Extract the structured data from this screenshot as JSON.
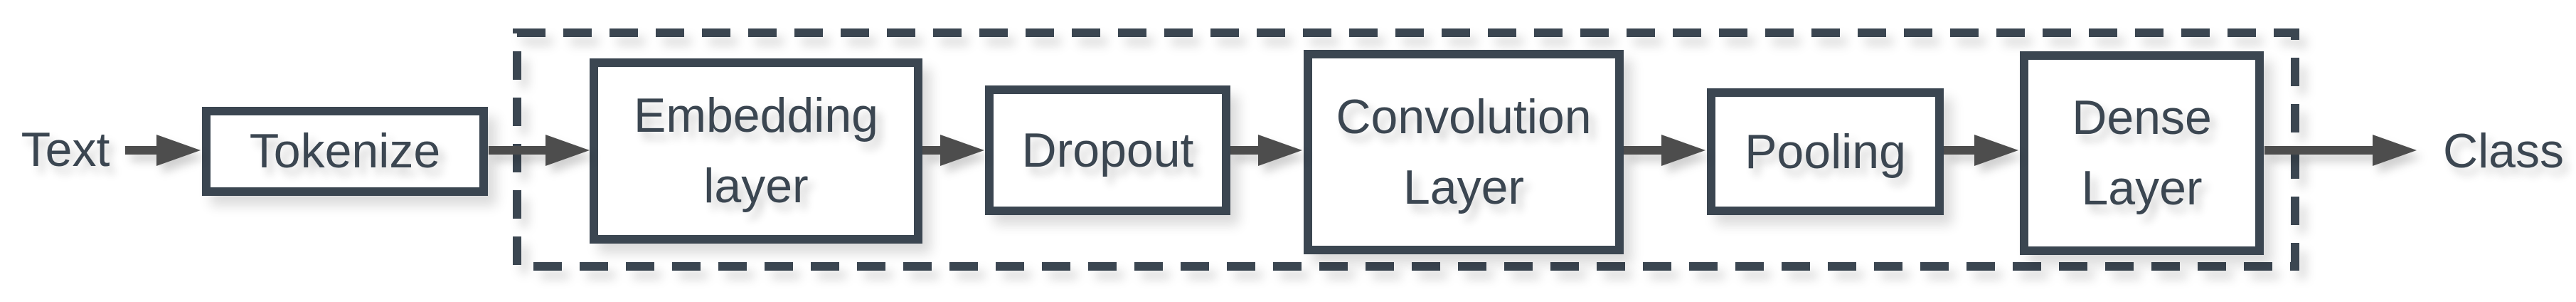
{
  "labels": {
    "input": "Text",
    "output": "Class"
  },
  "nodes": [
    {
      "label": "Tokenize"
    },
    {
      "label": "Embedding layer"
    },
    {
      "label": "Dropout"
    },
    {
      "label": "Convolution Layer"
    },
    {
      "label": "Pooling"
    },
    {
      "label": "Dense Layer"
    }
  ],
  "group": {
    "style": "dashed-rectangle",
    "contains": [
      "Embedding layer",
      "Dropout",
      "Convolution Layer",
      "Pooling",
      "Dense Layer"
    ]
  },
  "connections": [
    {
      "from": "Text",
      "to": "Tokenize"
    },
    {
      "from": "Tokenize",
      "to": "Embedding layer"
    },
    {
      "from": "Embedding layer",
      "to": "Dropout"
    },
    {
      "from": "Dropout",
      "to": "Convolution Layer"
    },
    {
      "from": "Convolution Layer",
      "to": "Pooling"
    },
    {
      "from": "Pooling",
      "to": "Dense Layer"
    },
    {
      "from": "Dense Layer",
      "to": "Class"
    }
  ],
  "colors": {
    "node_border": "#3B4651",
    "node_text": "#3B4651",
    "node_fill": "#FFFFFF",
    "arrow": "#4D4D4D",
    "background": "#FFFFFF"
  }
}
